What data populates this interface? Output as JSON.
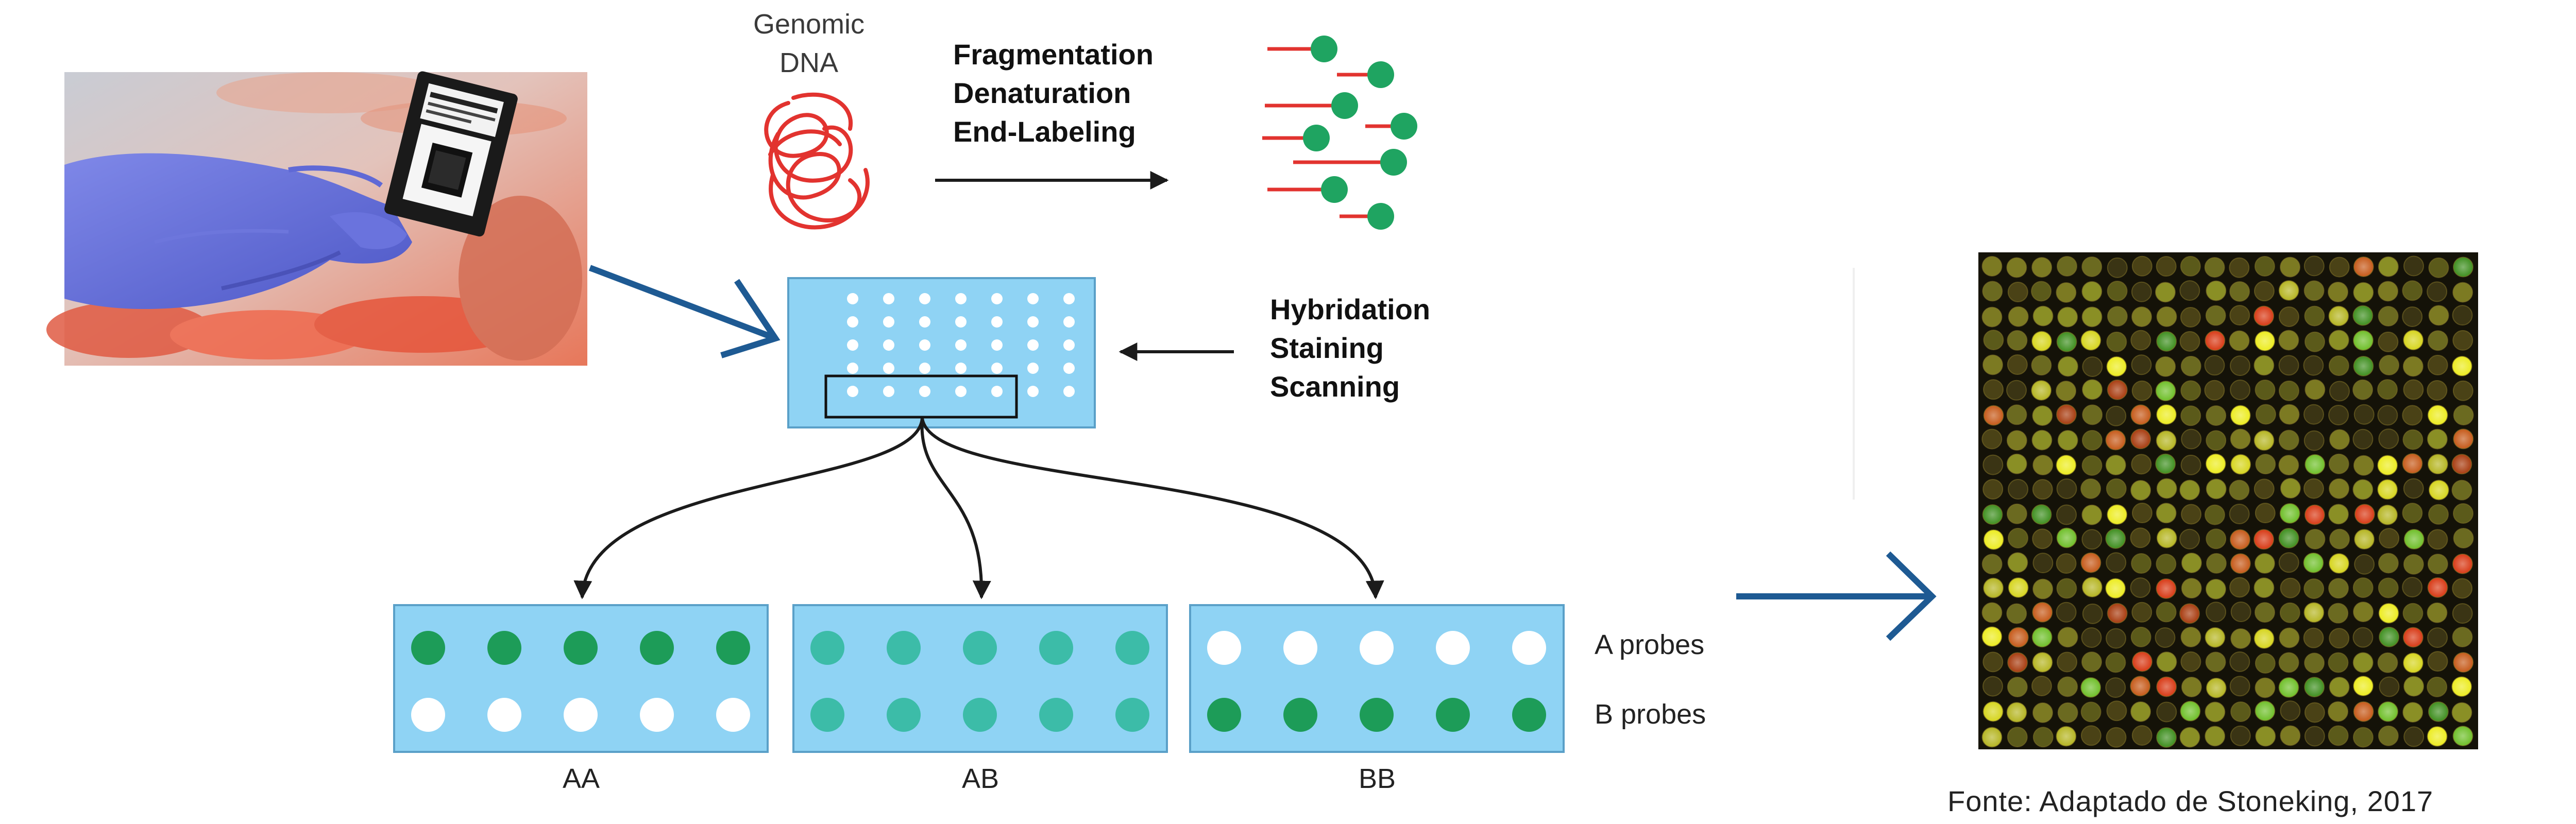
{
  "diagram": {
    "genomic_dna_label": [
      "Genomic",
      "DNA"
    ],
    "prep_steps": [
      "Fragmentation",
      "Denaturation",
      "End-Labeling"
    ],
    "hyb_steps": [
      "Hybridation",
      "Staining",
      "Scanning"
    ],
    "genotypes": [
      "AA",
      "AB",
      "BB"
    ],
    "probe_labels": [
      "A probes",
      "B probes"
    ],
    "source": "Fonte:  Adaptado de Stoneking, 2017"
  },
  "colors": {
    "dna_red": "#e2332f",
    "probe_green": "#1fa461",
    "probe_green_dark": "#1d9c58",
    "probe_teal": "#3cbca8",
    "chip_blue": "#8fd3f4",
    "chip_border": "#5aa0c8",
    "arrow_blue": "#1e5a93",
    "heavy_arrow_dark": "#1b1b1b"
  },
  "icons": {
    "photo": "gene-chip-in-gloved-hand",
    "microarray": "fluorescent-microarray-scan",
    "fragment": "labeled-dna-fragment-icon"
  }
}
